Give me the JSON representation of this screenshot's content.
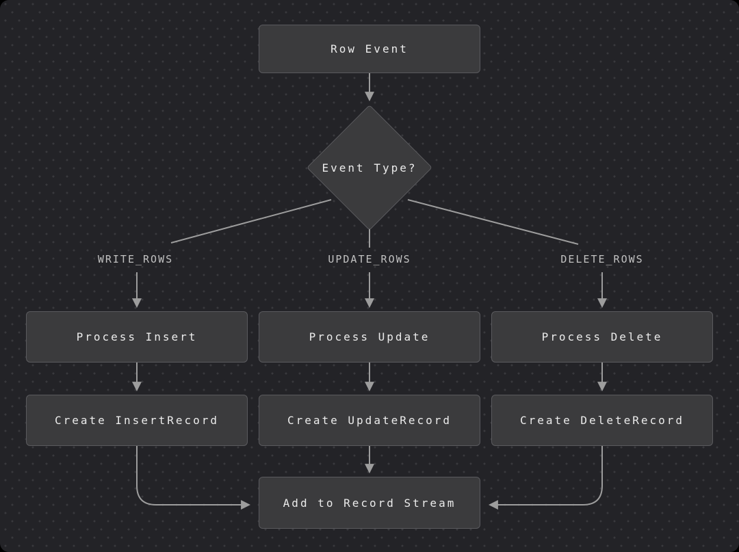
{
  "nodes": {
    "row_event": "Row Event",
    "event_type": "Event Type?",
    "process_insert": "Process Insert",
    "process_update": "Process Update",
    "process_delete": "Process Delete",
    "create_insert": "Create InsertRecord",
    "create_update": "Create UpdateRecord",
    "create_delete": "Create DeleteRecord",
    "add_stream": "Add to Record Stream"
  },
  "edge_labels": {
    "write": "WRITE_ROWS",
    "update": "UPDATE_ROWS",
    "delete": "DELETE_ROWS"
  },
  "colors": {
    "canvas_bg": "#232327",
    "canvas_dot": "#39393d",
    "node_bg": "#3b3b3d",
    "node_border": "#5a5a5e",
    "node_text": "#ececec",
    "edge": "#9d9d9d",
    "edge_label_text": "#c2c2c2",
    "page_bg": "#000000"
  }
}
